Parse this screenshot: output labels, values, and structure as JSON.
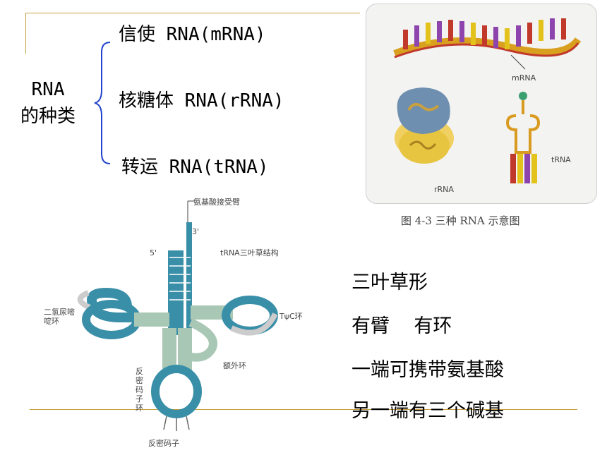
{
  "category": {
    "line1": "RNA",
    "line2": "的种类"
  },
  "types": [
    {
      "label": "信使 RNA(mRNA)"
    },
    {
      "label": "核糖体 RNA(rRNA)"
    },
    {
      "label": "转运 RNA(tRNA)"
    }
  ],
  "figure_right": {
    "caption": "图 4-3  三种 RNA 示意图",
    "labels": {
      "mrna": "mRNA",
      "trna_ribosome": "rRNA",
      "trna": "tRNA"
    }
  },
  "figure_left": {
    "title": "tRNA三叶草结构",
    "labels": {
      "acceptor": "氨基酸接受臂",
      "three_prime": "3'",
      "five_prime": "5'",
      "tpsic": "TψC环",
      "dhu": "二氢尿嘧啶环",
      "extra": "额外环",
      "anticodon_loop": "反密码子环",
      "anticodon": "反密码子"
    }
  },
  "description": [
    "三叶草形",
    "有臂    有环",
    "一端可携带氨基酸",
    "另一端有三个碱基"
  ],
  "colors": {
    "accent_line": "#c8a040",
    "brace": "#2244cc",
    "trna_teal": "#3a8fa8",
    "trna_light": "#a9c7b5"
  }
}
